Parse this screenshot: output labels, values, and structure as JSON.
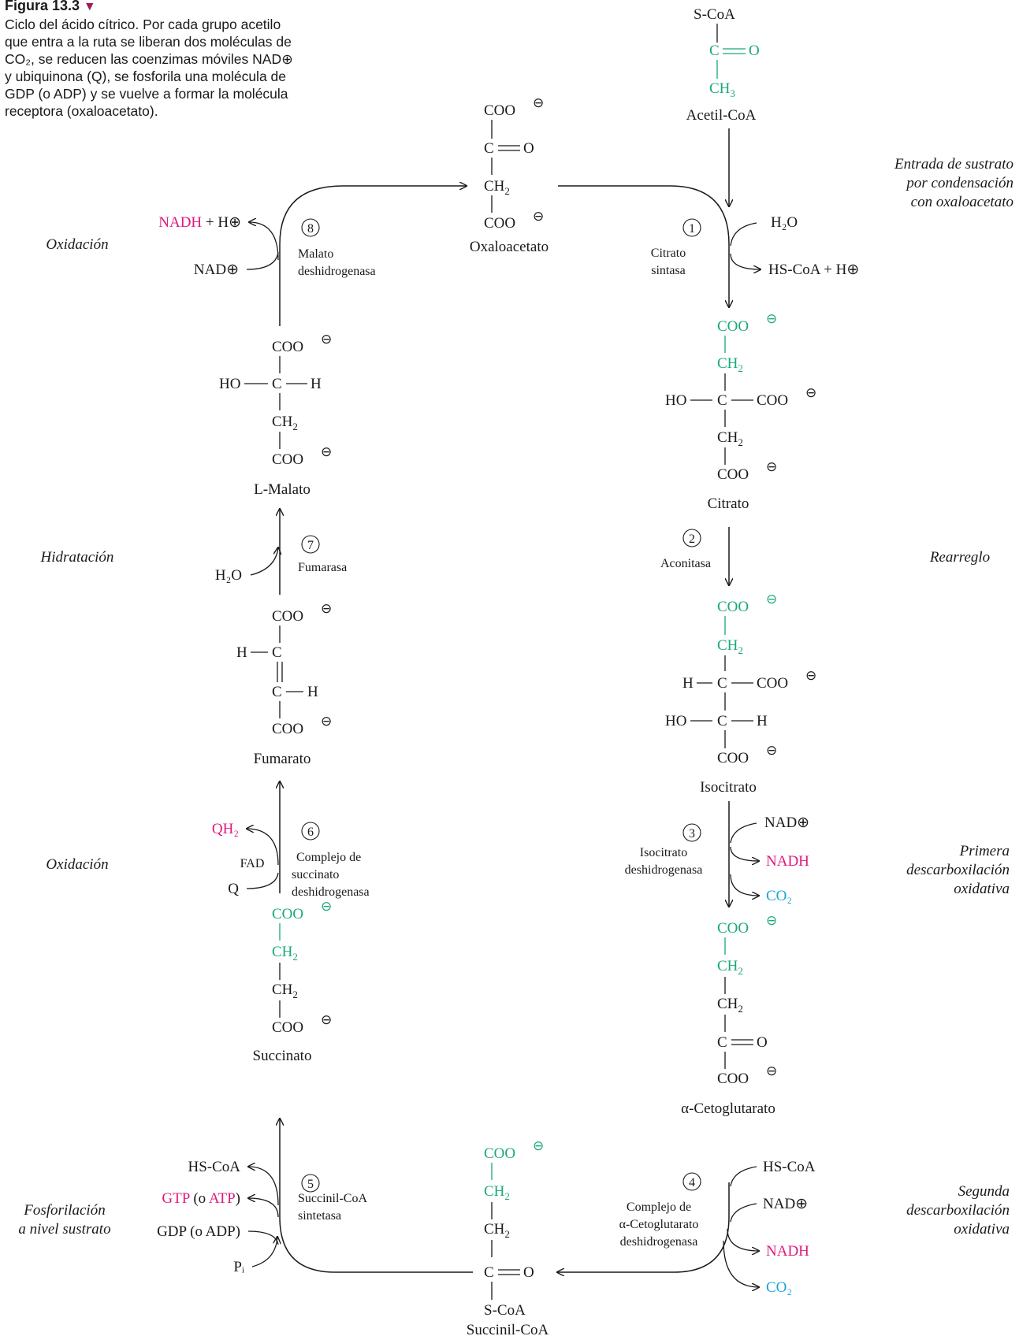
{
  "figure": {
    "title": "Figura 13.3",
    "caption_lines": [
      "Ciclo del ácido cítrico. Por cada grupo acetilo",
      "que entra a la ruta se liberan dos moléculas de",
      "CO₂, se reducen las coenzimas móviles NAD⊕",
      "y ubiquinona (Q), se fosforila una molécula de",
      "GDP (o ADP) y se vuelve a formar la molécula",
      "receptora (oxaloacetato)."
    ]
  },
  "colors": {
    "ink": "#1a1a1a",
    "acetyl_green": "#1aa878",
    "reduced_magenta": "#e0197d",
    "co2_cyan": "#1aa3d9",
    "figure_marker": "#9b1c5a"
  },
  "metabolites": {
    "acetyl_coa": "Acetil-CoA",
    "oxaloacetate": "Oxaloacetato",
    "citrate": "Citrato",
    "isocitrate": "Isocitrato",
    "alpha_ketoglutarate": "α-Cetoglutarato",
    "succinyl_coa": "Succinil-CoA",
    "succinate": "Succinato",
    "fumarate": "Fumarato",
    "l_malate": "L-Malato"
  },
  "enzymes": {
    "e1": [
      "Citrato",
      "sintasa"
    ],
    "e2": [
      "Aconitasa"
    ],
    "e3": [
      "Isocitrato",
      "deshidrogenasa"
    ],
    "e4": [
      "Complejo de",
      "α-Cetoglutarato",
      "deshidrogenasa"
    ],
    "e5": [
      "Succinil-CoA",
      "sintetasa"
    ],
    "e6": [
      "Complejo de",
      "succinato",
      "deshidrogenasa"
    ],
    "e7": [
      "Fumarasa"
    ],
    "e8": [
      "Malato",
      "deshidrogenasa"
    ]
  },
  "step_numbers": [
    "1",
    "2",
    "3",
    "4",
    "5",
    "6",
    "7",
    "8"
  ],
  "step_descriptions": {
    "s1": [
      "Entrada de sustrato",
      "por condensación",
      "con oxaloacetato"
    ],
    "s2": [
      "Rearreglo"
    ],
    "s3": [
      "Primera",
      "descarboxilación",
      "oxidativa"
    ],
    "s4": [
      "Segunda",
      "descarboxilación",
      "oxidativa"
    ],
    "s5": [
      "Fosforilación",
      "a nivel sustrato"
    ],
    "s6": [
      "Oxidación"
    ],
    "s7": [
      "Hidratación"
    ],
    "s8": [
      "Oxidación"
    ]
  },
  "cofactors": {
    "h2o": "H₂O",
    "hs_coa_h": "HS-CoA  +  H⊕",
    "nad_plus": "NAD⊕",
    "nadh": "NADH",
    "nadh_h_prefix": "NADH",
    "nadh_h_suffix": " + H⊕",
    "co2": "CO₂",
    "hs_coa": "HS-CoA",
    "gtp_prefix": "GTP",
    "gtp_mid": " (o ",
    "gtp_atp": "ATP",
    "gtp_suffix": ")",
    "gdp_adp": "GDP (o ADP)",
    "pi": "Pᵢ",
    "qh2": "QH₂",
    "fad": "FAD",
    "q": "Q"
  }
}
